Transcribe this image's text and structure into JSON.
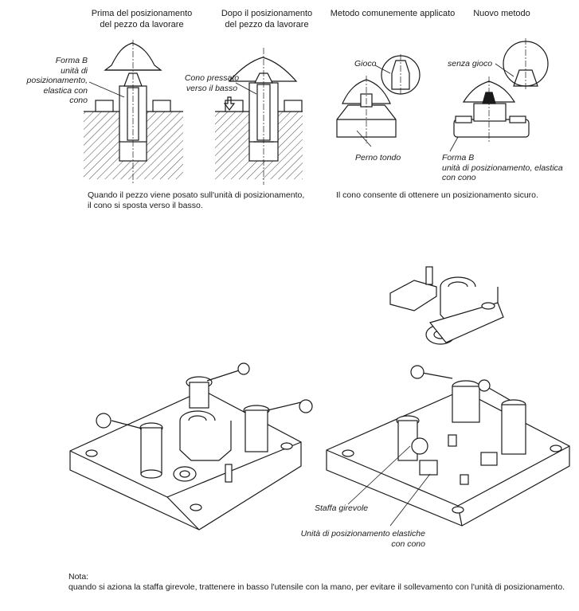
{
  "captions": {
    "before": "Prima del posizionamento\ndel pezzo da lavorare",
    "after": "Dopo il posizionamento\ndel pezzo da lavorare",
    "common": "Metodo comunemente applicato",
    "new": "Nuovo metodo"
  },
  "labels": {
    "forma_b_left": "Forma B\nunità di\nposizionamento,\nelastica con cono",
    "cono_pressato": "Cono pressato\nverso il basso",
    "gioco": "Gioco",
    "senza_gioco": "senza gioco",
    "perno_tondo": "Perno tondo",
    "forma_b_right": "Forma B\nunità di posizionamento, elastica\ncon cono",
    "staffa": "Staffa girevole",
    "unita": "Unità di posizionamento elastiche\ncon cono"
  },
  "descriptions": {
    "left": "Quando il pezzo viene posato sull'unità di posizionamento,\nil cono si sposta verso il basso.",
    "right": "Il cono consente di ottenere un posizionamento sicuro."
  },
  "note": {
    "title": "Nota:",
    "text": "quando si aziona la staffa girevole, trattenere in basso l'utensile con la mano, per evitare il sollevamento con l'unità di posizionamento."
  }
}
